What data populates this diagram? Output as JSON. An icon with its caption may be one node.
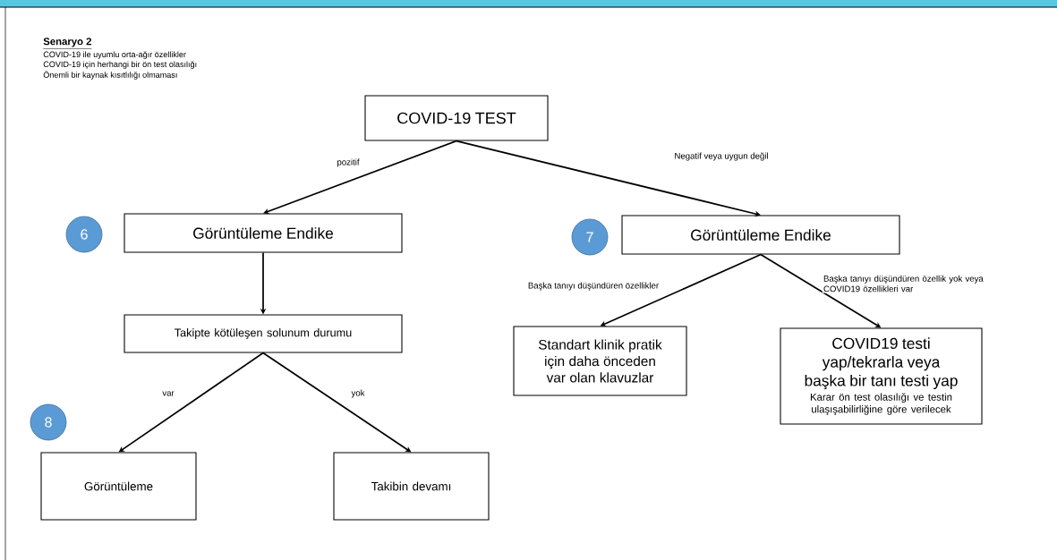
{
  "diagram": {
    "title": "Senaryo 2",
    "nodes": [
      {
        "text": [
          "COVID-19 TEST"
        ]
      },
      {
        "text": [
          "Görüntüleme Endike"
        ]
      },
      {
        "text": [
          "Görüntüleme Endike"
        ]
      },
      {
        "text": [
          "Takipte kötüleşen solunum durumu"
        ]
      },
      {
        "text": [
          "Standart klinik pratik için daha önceden var olan klavuzlar"
        ]
      },
      {
        "text": [
          "COVID19 testi yap/tekrarla veya başka bir tanı testi yap",
          "Karar ön test olasılığı ve testin ulaşışabilirliğine göre verilecek"
        ]
      },
      {
        "text": [
          "Görüntüleme"
        ]
      },
      {
        "text": [
          "Takibin devamı"
        ]
      },
      {
        "text": [
          "6"
        ]
      },
      {
        "text": [
          "7"
        ]
      },
      {
        "text": [
          "8"
        ]
      }
    ],
    "edges": [
      {
        "from": 0,
        "to": 1,
        "arrow": "to",
        "label": "pozitif"
      },
      {
        "from": 0,
        "to": 2,
        "arrow": "to",
        "label": "Negatif veya uygun değil"
      },
      {
        "from": 1,
        "to": 3,
        "arrow": "to"
      },
      {
        "from": 2,
        "to": 4,
        "arrow": "to",
        "label": "Başka tanıyı düşündüren özellikler"
      },
      {
        "from": 2,
        "to": 5,
        "arrow": "to",
        "label": "Başka tanıyı düşündüren özellik yok veya COVID19 özellikleri var"
      },
      {
        "from": 3,
        "to": 6,
        "arrow": "to",
        "label": "var"
      },
      {
        "from": 3,
        "to": 7,
        "arrow": "to",
        "label": "yok"
      }
    ],
    "labels": [
      "COVID-19 ile uyumlu orta-ağır özellikler",
      "COVID-19 için herhangi bir ön test olasılığı",
      "Önemli bir kaynak kısıtlılığı olmaması"
    ]
  }
}
